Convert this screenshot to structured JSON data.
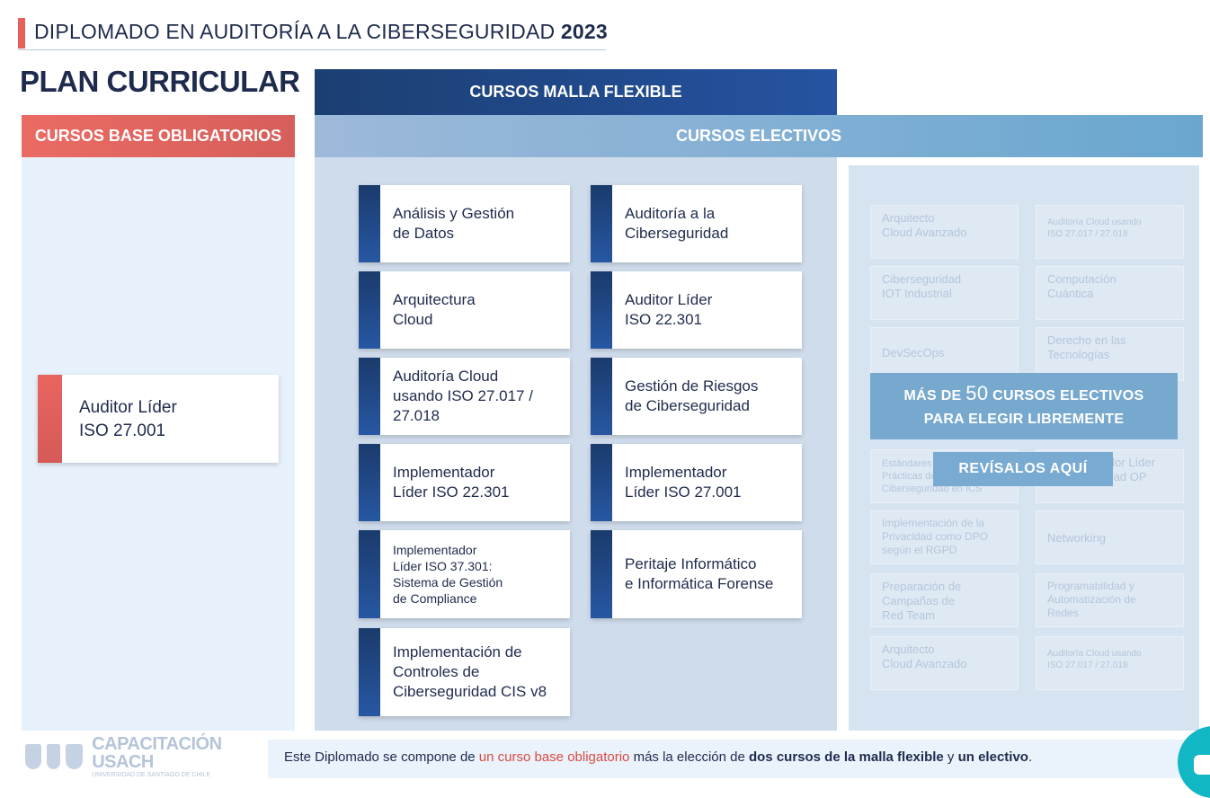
{
  "header": {
    "title_main": "DIPLOMADO EN AUDITORÍA A LA CIBERSEGURIDAD",
    "title_year": "2023"
  },
  "plan_title": "PLAN CURRICULAR",
  "base": {
    "heading": "CURSOS BASE OBLIGATORIOS",
    "course": "Auditor Líder\nISO 27.001"
  },
  "malla": {
    "heading": "CURSOS MALLA FLEXIBLE",
    "col1": [
      "Análisis y Gestión\nde Datos",
      "Arquitectura\nCloud",
      "Auditoría Cloud\nusando ISO 27.017 /\n27.018",
      "Implementador\nLíder ISO 22.301",
      "Implementador\nLíder ISO 37.301:\nSistema de Gestión\nde Compliance",
      "Implementación de\nControles de\nCiberseguridad CIS v8"
    ],
    "col2": [
      "Auditoría a la\nCiberseguridad",
      "Auditor Líder\nISO 22.301",
      "Gestión de Riesgos\nde Ciberseguridad",
      "Implementador\nLíder ISO 27.001",
      "Peritaje Informático\ne Informática Forense"
    ]
  },
  "electivos": {
    "heading": "CURSOS ELECTIVOS",
    "ghost_left": [
      "Arquitecto\nCloud Avanzado",
      "Ciberseguridad\nIOT Industrial",
      "DevSecOps",
      "Estándares y\nPrácticas de\nCiberseguridad en ICS",
      "Implementación de la\nPrivacidad como DPO\nsegún el RGPD",
      "Preparación de\nCampañas de\nRed Team",
      "Arquitecto\nCloud Avanzado"
    ],
    "ghost_right": [
      "Auditoría Cloud usando\nISO 27.017 / 27.018",
      "Computación\nCuántica",
      "Derecho en las\nTecnologías",
      "Implementador Líder\nCiberseguridad OP",
      "Networking",
      "Programabilidad y\nAutomatización de\nRedes",
      "Auditoría Cloud usando\nISO 27.017 / 27.018"
    ],
    "mas_line1_pre": "MÁS DE ",
    "mas_number": "50",
    "mas_line1_post": " CURSOS ELECTIVOS",
    "mas_line2": "PARA ELEGIR LIBREMENTE",
    "button": "REVÍSALOS AQUÍ"
  },
  "footer": {
    "logo_main": "CAPACITACIÓN USACH",
    "logo_sub": "UNIVERSIDAD DE SANTIAGO DE CHILE",
    "t1": "Este Diplomado se compone de ",
    "t2": "un curso base obligatorio",
    "t3": " más la elección de ",
    "t4": "dos cursos de la malla flexible",
    "t5": " y ",
    "t6": "un electivo",
    "t7": "."
  },
  "colors": {
    "accent_red": "#e8605a",
    "navy": "#1b3f72",
    "light_blue": "#77a9cf"
  }
}
